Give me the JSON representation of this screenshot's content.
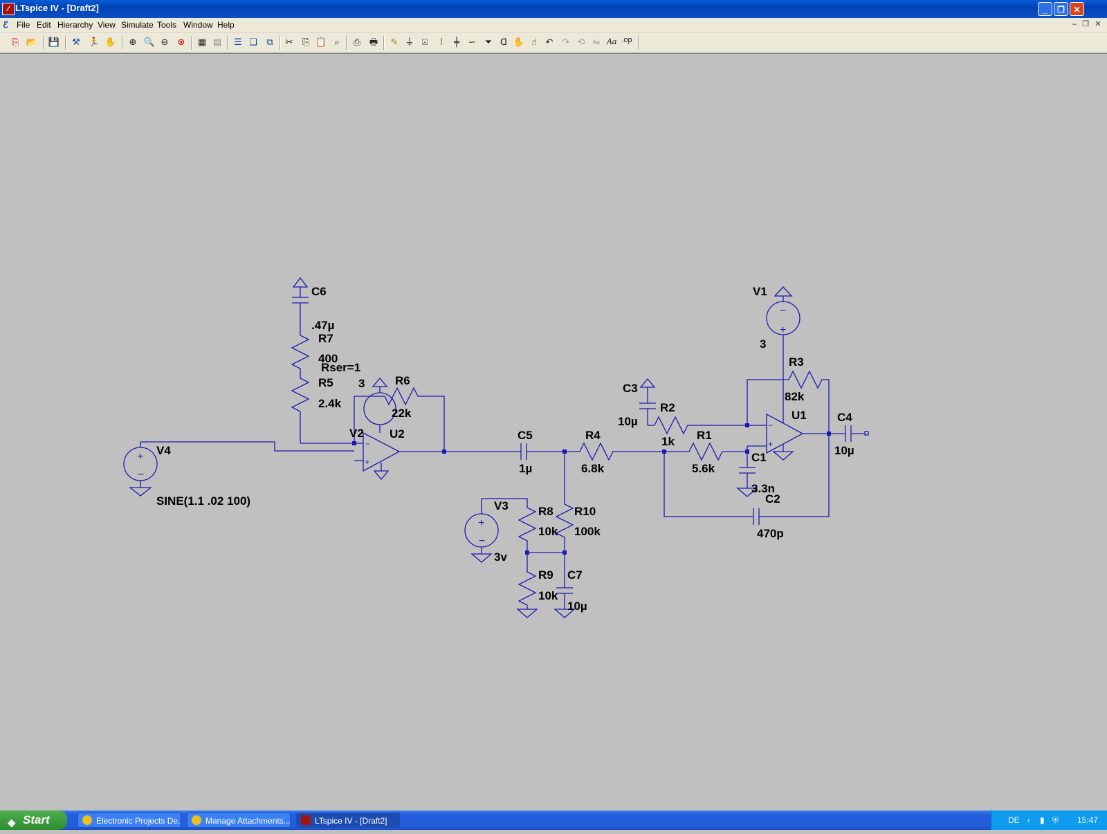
{
  "window": {
    "app_icon": "ltspice-app-icon",
    "title": "LTspice IV - [Draft2]",
    "controls": {
      "minimize": "minimize-icon",
      "maximize": "restore-icon",
      "close": "close-icon"
    }
  },
  "menu": {
    "items": [
      "File",
      "Edit",
      "Hierarchy",
      "View",
      "Simulate",
      "Tools",
      "Window",
      "Help"
    ],
    "mdi_controls": {
      "minimize": "minimize-icon",
      "restore": "restore-icon",
      "close": "close-icon"
    }
  },
  "toolbar": {
    "icons": [
      "new-schematic-icon",
      "open-icon",
      "save-icon",
      "control-panel-icon",
      "run-icon",
      "halt-icon",
      "zoom-in-icon",
      "pan-icon",
      "zoom-out-icon",
      "zoom-fit-icon",
      "autorange-icon",
      "view-spice-error-icon",
      "tile-horizontal-icon",
      "cascade-icon",
      "tile-vertical-icon",
      "cut-icon",
      "copy-icon",
      "paste-icon",
      "find-icon",
      "print-preview-icon",
      "print-icon",
      "draw-wire-icon",
      "ground-icon",
      "label-net-icon",
      "resistor-icon",
      "capacitor-icon",
      "inductor-icon",
      "diode-icon",
      "component-icon",
      "move-icon",
      "drag-icon",
      "undo-icon",
      "redo-icon",
      "rotate-icon",
      "mirror-icon",
      "text-icon",
      "spice-directive-icon"
    ],
    "text_button_label": "Aa",
    "op_button_label": ".op"
  },
  "schematic": {
    "labels": {
      "C6": "C6",
      "C6_val": ".47µ",
      "R7": "R7",
      "R7_val": "400",
      "R7_rser": "Rser=1",
      "R5": "R5",
      "R5_val": "2.4k",
      "V2": "V2",
      "V2_val": "3",
      "R6": "R6",
      "R6_val": "22k",
      "U2": "U2",
      "V4": "V4",
      "V4_val": "SINE(1.1 .02 100)",
      "C5": "C5",
      "C5_val": "1µ",
      "R4": "R4",
      "R4_val": "6.8k",
      "V3": "V3",
      "V3_val": "3v",
      "R8": "R8",
      "R8_val": "10k",
      "R10": "R10",
      "R10_val": "100k",
      "R9": "R9",
      "R9_val": "10k",
      "C7": "C7",
      "C7_val": "10µ",
      "C3": "C3",
      "C3_val": "10µ",
      "R2": "R2",
      "R2_val": "1k",
      "R1": "R1",
      "R1_val": "5.6k",
      "C1": "C1",
      "C1_val": "3.3n",
      "C2": "C2",
      "C2_val": "470p",
      "V1": "V1",
      "V1_val": "3",
      "R3": "R3",
      "R3_val": "82k",
      "U1": "U1",
      "C4": "C4",
      "C4_val": "10µ"
    },
    "colors": {
      "wire": "#1a1ab0",
      "background": "#c0c0c0",
      "junction": "#1a1ab0"
    }
  },
  "taskbar": {
    "start_label": "Start",
    "tasks": [
      {
        "label": "Electronic Projects De...",
        "icon": "chrome-icon"
      },
      {
        "label": "Manage Attachments...",
        "icon": "chrome-icon"
      },
      {
        "label": "LTspice IV - [Draft2]",
        "icon": "ltspice-icon"
      }
    ],
    "tray": {
      "language": "DE",
      "time": "15:47"
    }
  }
}
